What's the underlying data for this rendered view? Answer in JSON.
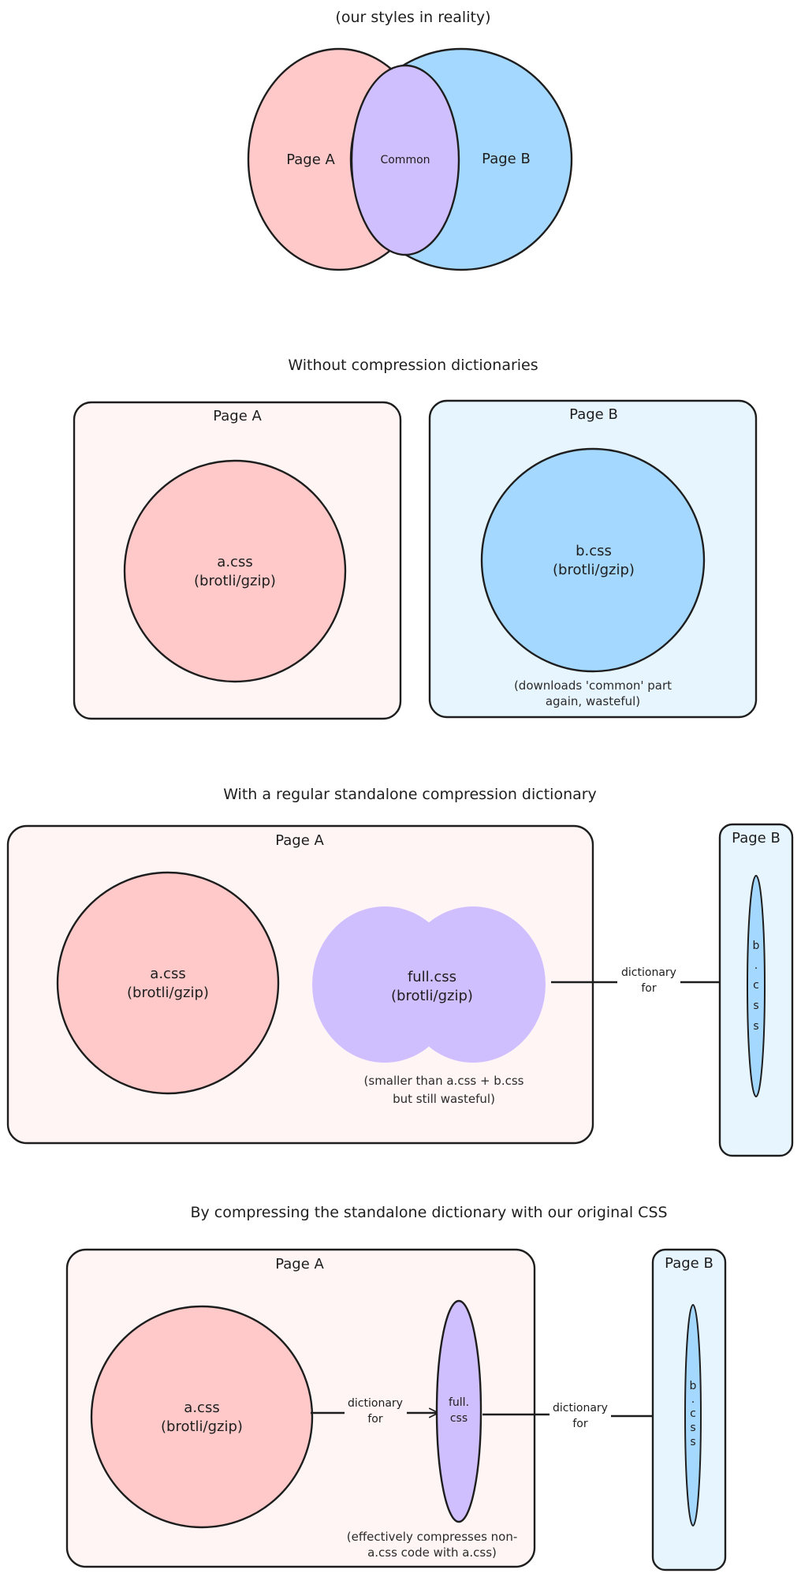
{
  "colors": {
    "page_a_fill": "#ffc9c9",
    "page_a_box": "#fff5f5",
    "page_b_fill": "#a5d8ff",
    "page_b_box": "#e7f5ff",
    "common_fill": "#d0bfff",
    "ink": "#1e1e1e"
  },
  "section1": {
    "title": "(our styles in reality)",
    "page_a": "Page A",
    "common": "Common",
    "page_b": "Page B"
  },
  "section2": {
    "title": "Without compression dictionaries",
    "page_a": {
      "label": "Page A",
      "file": "a.css",
      "method": "(brotli/gzip)"
    },
    "page_b": {
      "label": "Page B",
      "file": "b.css",
      "method": "(brotli/gzip)",
      "note_line1": "(downloads 'common' part",
      "note_line2": "again, wasteful)"
    }
  },
  "section3": {
    "title": "With a regular standalone compression dictionary",
    "page_a": {
      "label": "Page A",
      "file": "a.css",
      "method": "(brotli/gzip)"
    },
    "dictionary": {
      "file": "full.css",
      "method": "(brotli/gzip)",
      "note_line1": "(smaller than a.css + b.css",
      "note_line2": "but still wasteful)"
    },
    "arrow": {
      "line1": "dictionary",
      "line2": "for"
    },
    "page_b": {
      "label": "Page B",
      "file_chars": [
        "b",
        ".",
        "c",
        "s",
        "s"
      ]
    }
  },
  "section4": {
    "title": "By compressing the standalone dictionary with our original CSS",
    "page_a": {
      "label": "Page A",
      "file": "a.css",
      "method": "(brotli/gzip)"
    },
    "arrow1": {
      "line1": "dictionary",
      "line2": "for"
    },
    "dictionary": {
      "line1": "full.",
      "line2": "css",
      "note_line1": "(effectively compresses non-",
      "note_line2": "a.css code with a.css)"
    },
    "arrow2": {
      "line1": "dictionary",
      "line2": "for"
    },
    "page_b": {
      "label": "Page B",
      "file_chars": [
        "b",
        ".",
        "c",
        "s",
        "s"
      ]
    }
  }
}
